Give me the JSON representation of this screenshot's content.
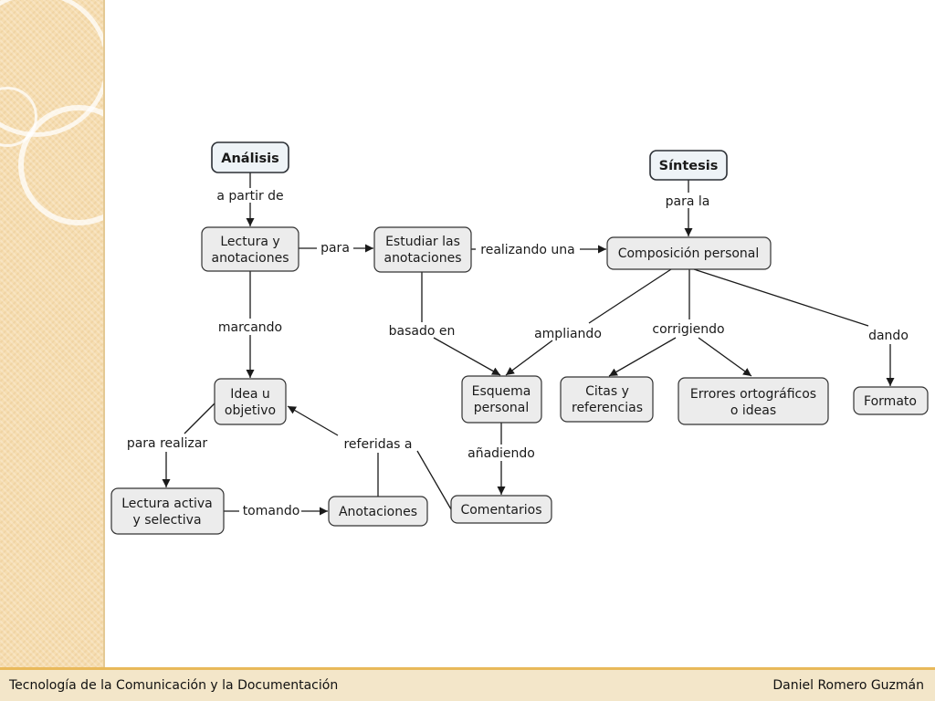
{
  "nodes": {
    "analisis": "Análisis",
    "sintesis": "Síntesis",
    "lectura": [
      "Lectura y",
      "anotaciones"
    ],
    "estudiar": [
      "Estudiar las",
      "anotaciones"
    ],
    "composicion": "Composición personal",
    "idea": [
      "Idea u",
      "objetivo"
    ],
    "esquema": [
      "Esquema",
      "personal"
    ],
    "citas": [
      "Citas y",
      "referencias"
    ],
    "errores": [
      "Errores ortográficos",
      "o ideas"
    ],
    "formato": "Formato",
    "lectura_activa": [
      "Lectura activa",
      "y selectiva"
    ],
    "anotaciones": "Anotaciones",
    "comentarios": "Comentarios"
  },
  "links": {
    "a_partir_de": "a partir de",
    "para": "para",
    "realizando_una": "realizando una",
    "para_la": "para la",
    "marcando": "marcando",
    "basado_en": "basado en",
    "ampliando": "ampliando",
    "corrigiendo": "corrigiendo",
    "dando": "dando",
    "para_realizar": "para realizar",
    "referidas_a": "referidas a",
    "anadiendo": "añadiendo",
    "tomando": "tomando"
  },
  "footer": {
    "left": "Tecnología de la Comunicación y la Documentación",
    "right": "Daniel Romero Guzmán"
  }
}
